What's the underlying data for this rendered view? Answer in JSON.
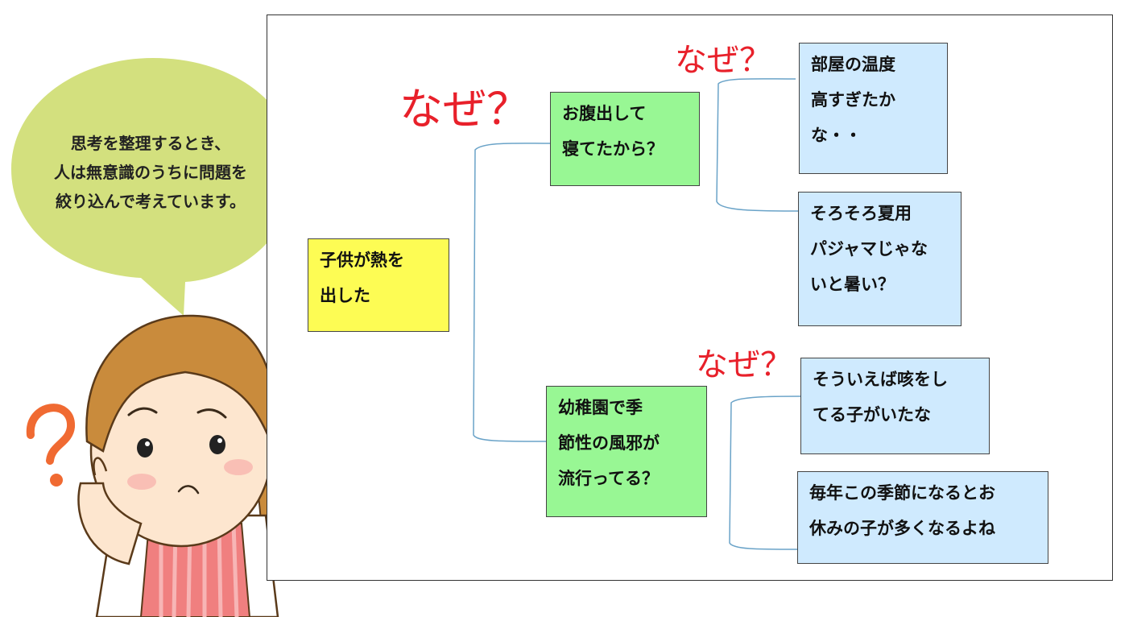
{
  "speech_bubble": {
    "lines": [
      "思考を整理するとき、",
      "人は無意識のうちに問題を",
      "絞り込んで考えています。"
    ]
  },
  "diagram": {
    "root": {
      "lines": [
        "子供が熱を",
        "出した"
      ]
    },
    "why_label": "なぜ？",
    "branch1": {
      "lines": [
        "お腹出して",
        "寝てたから？"
      ],
      "children": [
        {
          "lines": [
            "部屋の温度",
            "高すぎたか",
            "な・・"
          ]
        },
        {
          "lines": [
            "そろそろ夏用",
            "パジャマじゃな",
            "いと暑い？"
          ]
        }
      ]
    },
    "branch2": {
      "lines": [
        "幼稚園で季",
        "節性の風邪が",
        "流行ってる？"
      ],
      "children": [
        {
          "lines": [
            "そういえば咳をし",
            "てる子がいたな"
          ]
        },
        {
          "lines": [
            "毎年この季節になるとお",
            "休みの子が多くなるよね"
          ]
        }
      ]
    }
  },
  "colors": {
    "root_fill": "#fdfc54",
    "branch_fill": "#98f794",
    "leaf_fill": "#cfeafe",
    "why_color": "#e8202a",
    "connector": "#6aa3c8",
    "bubble_fill": "#d3e07e"
  }
}
